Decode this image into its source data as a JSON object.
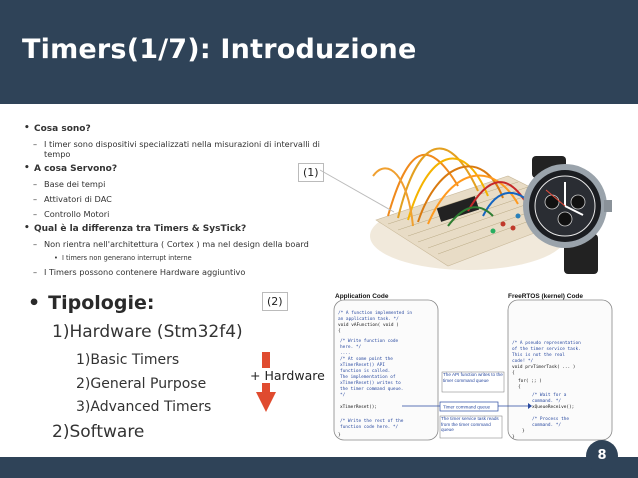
{
  "slide": {
    "title": "Timers(1/7): Introduzione",
    "page_number": "8",
    "colors": {
      "header": "#2f4358",
      "arrow": "#e04b2f"
    }
  },
  "bullets": {
    "q1": "Cosa sono?",
    "q1_a": "I timer sono dispositivi specializzati nella misurazioni di intervalli di tempo",
    "q2": "A cosa Servono?",
    "q2_a": [
      "Base dei tempi",
      "Attivatori di DAC",
      "Controllo Motori"
    ],
    "q3": "Qual è la differenza tra Timers & SysTick?",
    "q3_a": "Non rientra nell'architettura ( Cortex ) ma nel design della board",
    "q3_a_sub": "I timers non generano interrupt interne",
    "q3_b": "I Timers possono contenere Hardware aggiuntivo"
  },
  "tipologie": {
    "heading": "Tipologie:",
    "hardware": "1)Hardware (Stm32f4)",
    "items": [
      "1)Basic Timers",
      "2)General Purpose",
      "3)Advanced Timers"
    ],
    "software": "2)Software",
    "arrow_label": "+ Hardware"
  },
  "callouts": {
    "photo": "(1)",
    "diagram": "(2)"
  },
  "diagram": {
    "app_title": "Application Code",
    "rtos_title": "FreeRTOS (kernel) Code",
    "note1": "The API function writes to the timer command queue",
    "queue_label": "Timer command queue",
    "note2": "The timer service task reads from the timer command queue"
  }
}
